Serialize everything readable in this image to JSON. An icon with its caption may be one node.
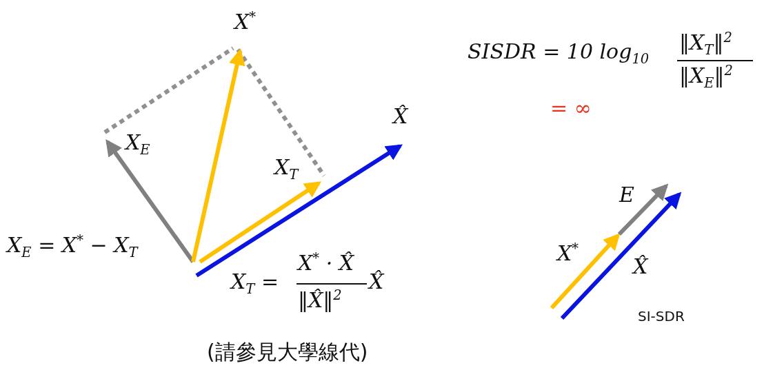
{
  "diagram": {
    "labels": [
      "X$^{*}$",
      "SISDR = 10 log$_{10}$",
      "‖X$_{T}$‖$^{2}$",
      "‖X$_{E}$‖$^{2}$",
      "= ∞",
      "X̂",
      "X$_{E}$",
      "X$_{T}$",
      "E",
      "X$_{E}$ = X$^{*}$ − X$_{T}$",
      "X$^{*}$",
      "X$_{T}$ =",
      "X$^{*}$ · X̂",
      "‖X̂‖$^{2}$",
      "X̂",
      "X̂",
      "SI-SDR",
      "(請參見大學線代)"
    ]
  }
}
